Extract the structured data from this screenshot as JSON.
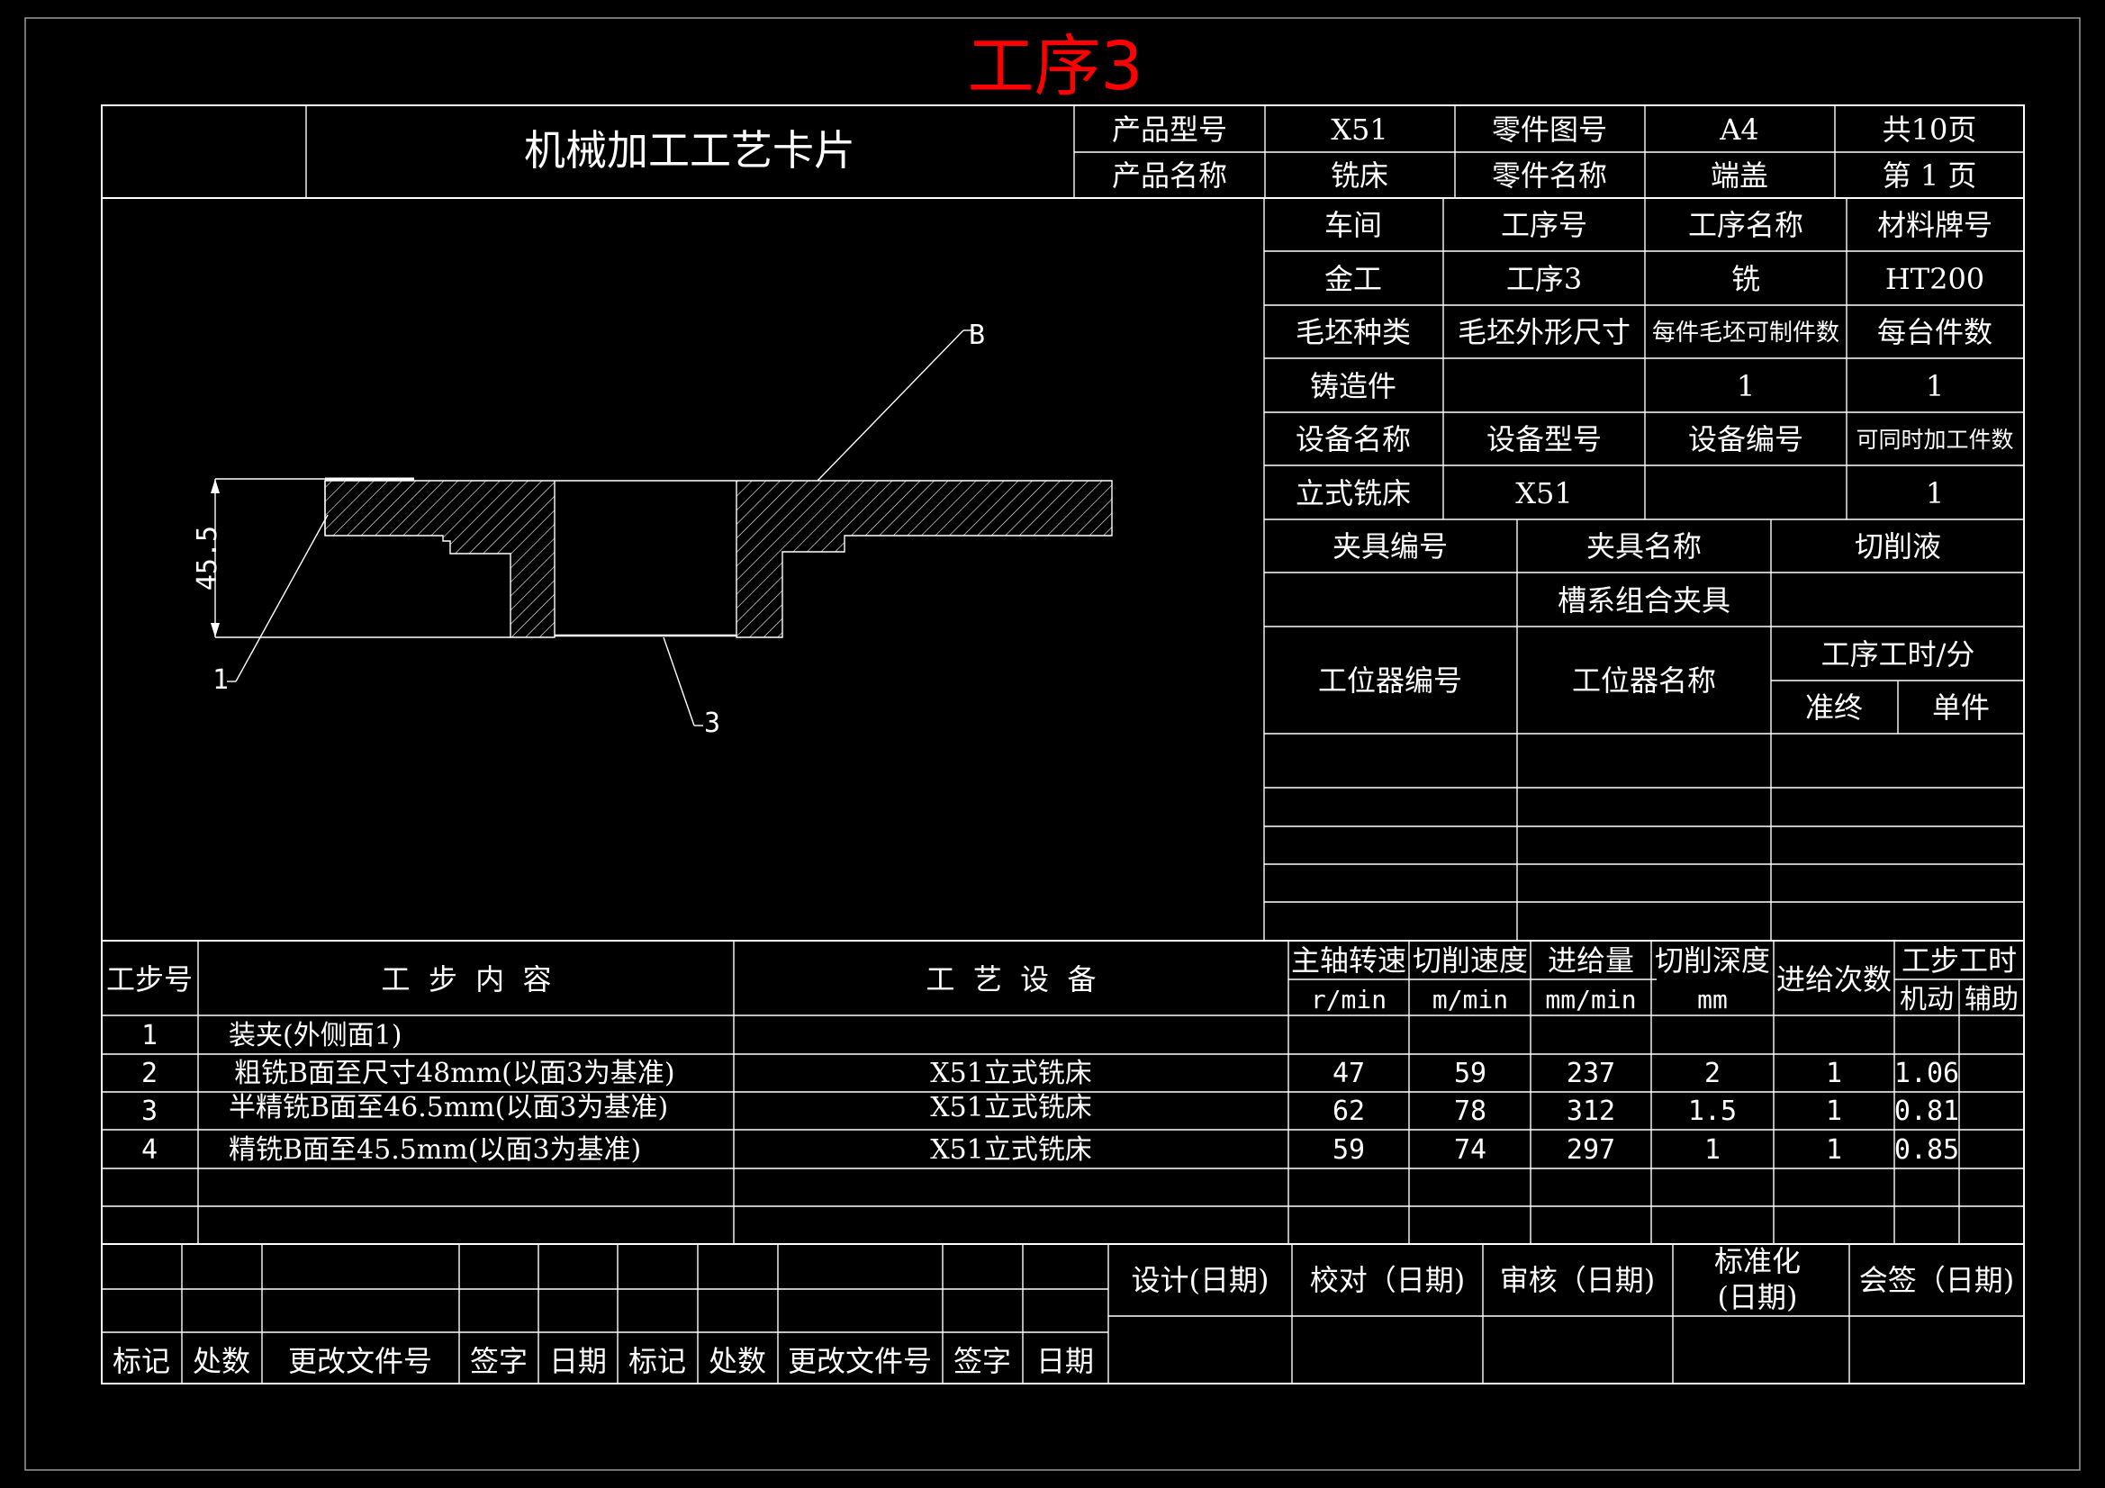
{
  "sheet_title": "工序3",
  "colors": {
    "background": "#000000",
    "lines": "#ffffff",
    "title": "#ff0000"
  },
  "header": {
    "card_title": "机械加工工艺卡片",
    "labels": [
      "产品型号",
      "零件图号",
      "产品名称",
      "零件名称"
    ],
    "product_model": "X51",
    "part_drawing_no": "A4",
    "total_pages": "共10页",
    "product_name": "铣床",
    "part_name": "端盖",
    "page_no": "第 1 页"
  },
  "info": {
    "row1_labels": [
      "车间",
      "工序号",
      "工序名称",
      "材料牌号"
    ],
    "row1_values": [
      "金工",
      "工序3",
      "铣",
      "HT200"
    ],
    "row2_labels": [
      "毛坯种类",
      "毛坯外形尺寸",
      "每件毛坯可制件数",
      "每台件数"
    ],
    "row2_values": [
      "铸造件",
      "",
      "1",
      "1"
    ],
    "row3_labels": [
      "设备名称",
      "设备型号",
      "设备编号",
      "可同时加工件数"
    ],
    "row3_values": [
      "立式铣床",
      "X51",
      "",
      "1"
    ],
    "fixture_labels": [
      "夹具编号",
      "夹具名称",
      "切削液"
    ],
    "fixture_values": [
      "",
      "槽系组合夹具",
      ""
    ],
    "station_label_no": "工位器编号",
    "station_label_name": "工位器名称",
    "time_label": "工序工时/分",
    "time_sub": [
      "准终",
      "单件"
    ]
  },
  "drawing": {
    "labels": [
      "B",
      "1",
      "3"
    ],
    "dimension": "45.5"
  },
  "steps": {
    "headers": {
      "no": "工步号",
      "content": "工  步  内  容",
      "equipment": "工  艺  设  备",
      "speed": "主轴转速",
      "speed_unit": "r/min",
      "cut_speed": "切削速度",
      "cut_speed_unit": "m/min",
      "feed": "进给量",
      "feed_unit": "mm/min",
      "depth": "切削深度",
      "depth_unit": "mm",
      "passes": "进给次数",
      "time": "工步工时",
      "machine": "机动",
      "aux": "辅助"
    },
    "rows": [
      {
        "no": "1",
        "content": "装夹(外侧面1)",
        "equipment": "",
        "speed": "",
        "cut_speed": "",
        "feed": "",
        "depth": "",
        "passes": "",
        "machine": "",
        "aux": ""
      },
      {
        "no": "2",
        "content": "粗铣B面至尺寸48mm(以面3为基准)",
        "equipment": "X51立式铣床",
        "speed": "47",
        "cut_speed": "59",
        "feed": "237",
        "depth": "2",
        "passes": "1",
        "machine": "1.06",
        "aux": ""
      },
      {
        "no": "3",
        "content": "半精铣B面至46.5mm(以面3为基准)",
        "equipment": "X51立式铣床",
        "speed": "62",
        "cut_speed": "78",
        "feed": "312",
        "depth": "1.5",
        "passes": "1",
        "machine": "0.81",
        "aux": ""
      },
      {
        "no": "4",
        "content": "精铣B面至45.5mm(以面3为基准)",
        "equipment": "X51立式铣床",
        "speed": "59",
        "cut_speed": "74",
        "feed": "297",
        "depth": "1",
        "passes": "1",
        "machine": "0.85",
        "aux": ""
      }
    ]
  },
  "footer": {
    "rev_labels": [
      "标记",
      "处数",
      "更改文件号",
      "签字",
      "日期",
      "标记",
      "处数",
      "更改文件号",
      "签字",
      "日期"
    ],
    "sign_labels": [
      "设计(日期)",
      "校对（日期)",
      "审核（日期)",
      "标准化",
      "(日期)",
      "会签（日期)"
    ]
  }
}
